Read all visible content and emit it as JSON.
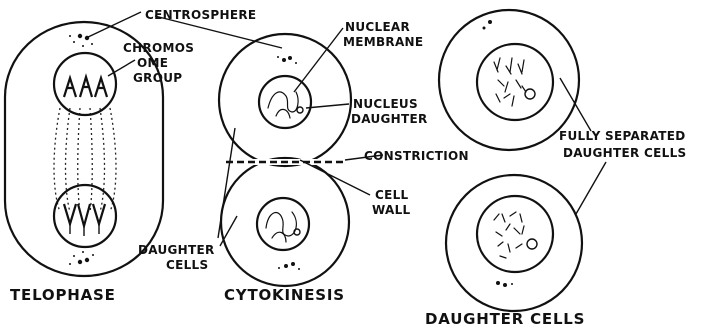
{
  "labels": {
    "centrosphere": "CENTROSPHERE",
    "chromosome_group": [
      "CHROMOS",
      "OME",
      "GROUP"
    ],
    "nuclear_membrane": [
      "NUCLEAR",
      "MEMBRANE"
    ],
    "nucleus_daughter": [
      "NUCLEUS",
      "DAUGHTER"
    ],
    "constriction": "CONSTRICTION",
    "cell_wall": [
      "CELL",
      "WALL"
    ],
    "daughter_cells_small": [
      "DAUGHTER",
      "CELLS"
    ],
    "fully_separated": [
      "FULLY SEPARATED",
      "DAUGHTER CELLS"
    ]
  },
  "stages": {
    "telophase": "TELOPHASE",
    "cytokinesis": "CYTOKINESIS",
    "daughter_cells": "DAUGHTER CELLS"
  },
  "colors": {
    "ink": "#111111",
    "background": "#ffffff"
  }
}
